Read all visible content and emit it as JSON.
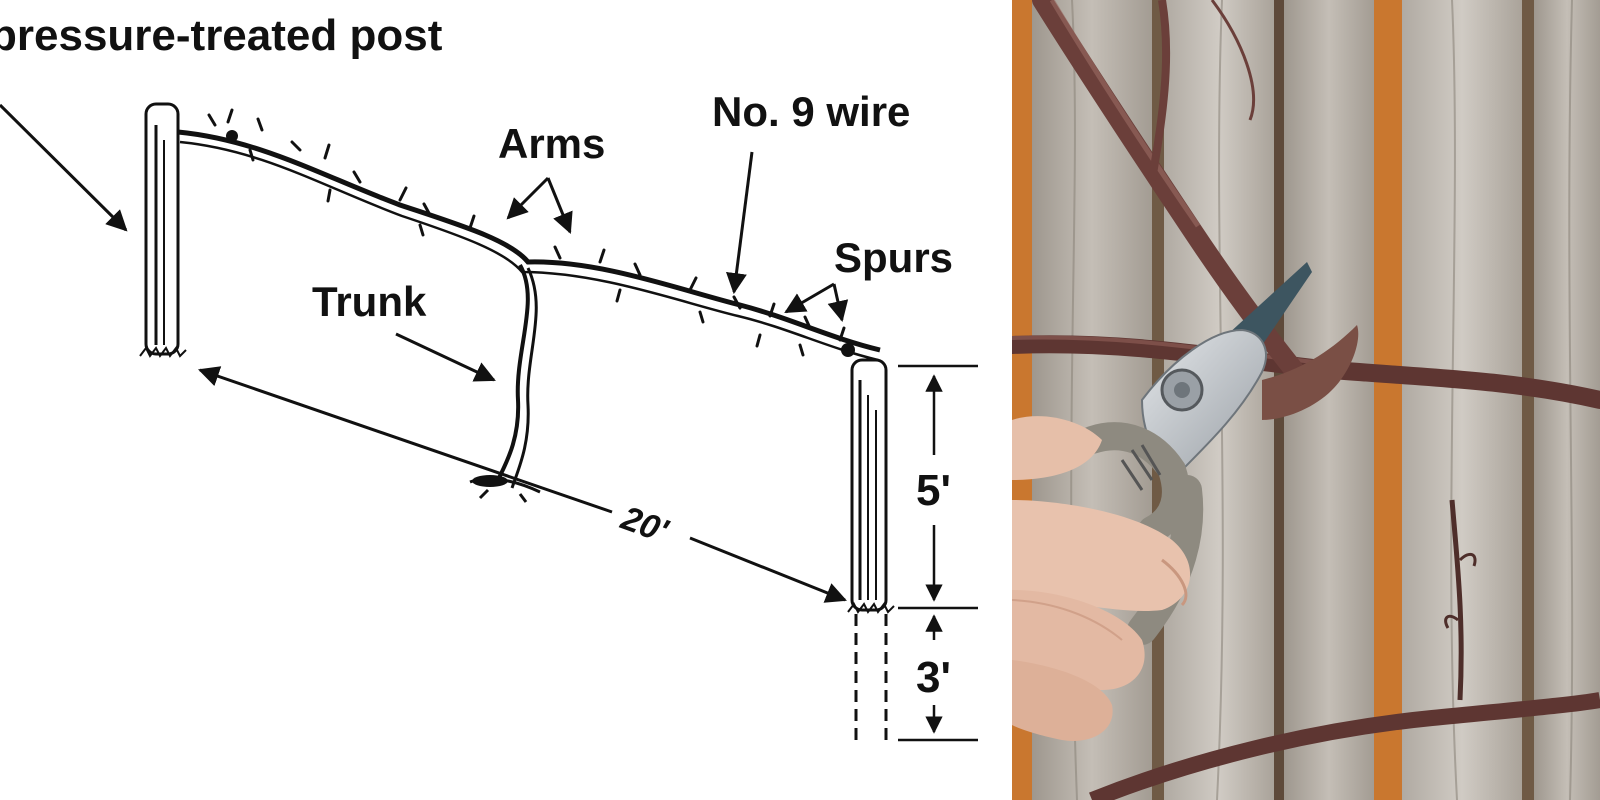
{
  "diagram": {
    "labels": {
      "post": "pressure-treated post",
      "wire": "No. 9 wire",
      "arms": "Arms",
      "spurs": "Spurs",
      "trunk": "Trunk",
      "span": "20'",
      "height": "5'",
      "depth": "3'"
    },
    "colors": {
      "ink": "#111111",
      "paper": "#ffffff"
    }
  },
  "photo": {
    "colors": {
      "fence": "#b8b1a8",
      "fence_dark": "#8f8880",
      "orange_gap": "#c9772f",
      "vine": "#6b3f3a",
      "skin": "#e8c2ad",
      "blade": "#c8cbcf",
      "handle": "#8e8a80"
    }
  }
}
